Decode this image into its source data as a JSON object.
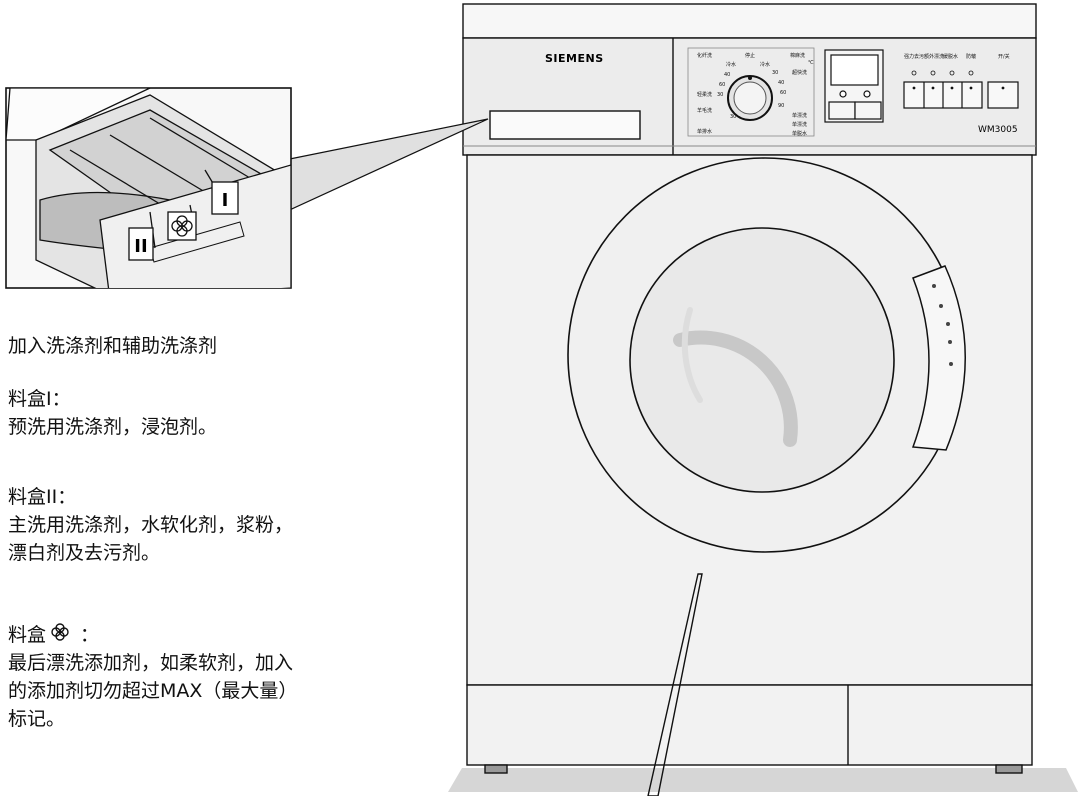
{
  "instructions": {
    "heading": "加入洗涤剂和辅助洗涤剂",
    "box1": {
      "label": "料盒I：",
      "text": "预洗用洗涤剂，浸泡剂。"
    },
    "box2": {
      "label": "料盒II：",
      "text_line1": "主洗用洗涤剂，水软化剂，浆粉，",
      "text_line2": "漂白剂及去污剂。"
    },
    "box3": {
      "label_prefix": "料盒",
      "label_suffix": "：",
      "icon": "flower-icon",
      "text_line1": "最后漂洗添加剂，如柔软剂，加入",
      "text_line2": "的添加剂切勿超过MAX（最大量）",
      "text_line3": "标记。"
    }
  },
  "drawer_inset": {
    "compartment_labels": {
      "prewash": "I",
      "mainwash": "II"
    }
  },
  "machine": {
    "brand": "SIEMENS",
    "model": "WM3005",
    "dial_labels": {
      "top_left": "化纤洗",
      "top_center": "停止",
      "top_right": "棉麻洗",
      "top_right_unit": "℃",
      "cold_left": "冷水",
      "cold_right": "冷水",
      "left_40": "40",
      "left_60": "60",
      "left_30": "30",
      "left_30b": "30",
      "right_30": "30",
      "right_40": "40",
      "right_60": "60",
      "right_90": "90",
      "mid_left": "轻柔洗",
      "wool": "羊毛洗",
      "bottom_left": "单排水",
      "right_1": "超快洗",
      "right_2": "单漂洗",
      "right_3": "单漂洗",
      "right_4": "单脱水"
    },
    "button_labels": [
      "强力去污",
      "额外漂洗",
      "缓脱水",
      "防皱"
    ],
    "power_label": "开/关"
  }
}
